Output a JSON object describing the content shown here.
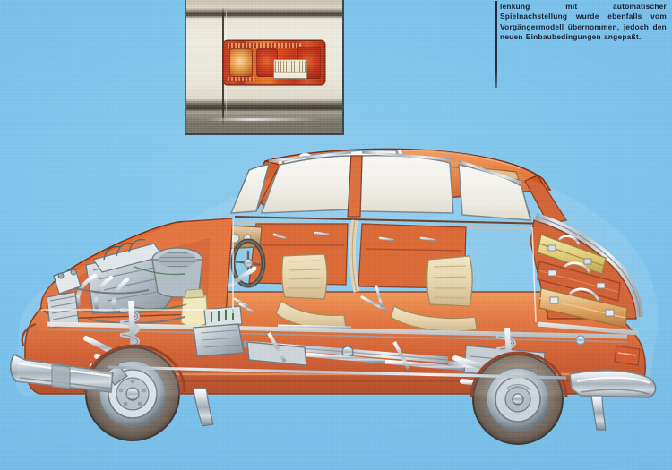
{
  "page": {
    "background_color": "#7cc3ec",
    "kind": "scanned-brochure-page",
    "language": "de"
  },
  "caption": {
    "text": "lenkung mit automatischer Spielnachstellung wurde ebenfalls vom Vorgängermodell übernommen, jedoch den neuen Einbaubedingungen angepaßt.",
    "color": "#141b2e",
    "rule_color": "#1b2436"
  },
  "inset_photo": {
    "name": "rear-tail-light-photo",
    "subject": "rear tail light cluster on cream car body",
    "border_color": "#3d444d",
    "body_color": "#ece8da",
    "lamp_colors": [
      "#c0361c",
      "#e8761f",
      "#d4441f"
    ],
    "plate_panel_color": "#efe7cf"
  },
  "illustration": {
    "name": "car-cutaway-illustration",
    "subject": "four-door sedan technical cutaway, side view facing left",
    "colors": {
      "body": "#d95c23",
      "body_dark": "#b23c14",
      "body_light": "#ef8a44",
      "chrome": "#cfd7dd",
      "chrome_dark": "#8c99a3",
      "glass": "#f4f2ec",
      "upholstery": "#e8d4a8",
      "tire": "#8d7f74",
      "outline": "#7a2a10"
    },
    "parts": [
      {
        "name": "front-bumper",
        "kind": "chrome"
      },
      {
        "name": "engine-bay",
        "kind": "mechanical"
      },
      {
        "name": "air-filter-housing",
        "kind": "mechanical"
      },
      {
        "name": "brake-fluid-reservoir",
        "kind": "mechanical"
      },
      {
        "name": "front-coil-spring-suspension",
        "kind": "mechanical"
      },
      {
        "name": "front-disc-brake",
        "kind": "mechanical"
      },
      {
        "name": "front-wheel",
        "kind": "wheel"
      },
      {
        "name": "steering-wheel",
        "kind": "interior"
      },
      {
        "name": "dashboard",
        "kind": "interior"
      },
      {
        "name": "front-seat",
        "kind": "interior"
      },
      {
        "name": "rear-seat",
        "kind": "interior"
      },
      {
        "name": "sunroof",
        "kind": "body"
      },
      {
        "name": "side-windows",
        "kind": "glass"
      },
      {
        "name": "front-door",
        "kind": "body"
      },
      {
        "name": "rear-door",
        "kind": "body"
      },
      {
        "name": "propeller-shaft",
        "kind": "mechanical"
      },
      {
        "name": "exhaust-silencer",
        "kind": "mechanical"
      },
      {
        "name": "fuel-tank",
        "kind": "mechanical"
      },
      {
        "name": "rear-coil-spring-suspension",
        "kind": "mechanical"
      },
      {
        "name": "rear-drum-brake",
        "kind": "mechanical"
      },
      {
        "name": "rear-wheel",
        "kind": "wheel"
      },
      {
        "name": "luggage-compartment",
        "kind": "body"
      },
      {
        "name": "suitcase-upper",
        "kind": "luggage"
      },
      {
        "name": "suitcase-middle",
        "kind": "luggage"
      },
      {
        "name": "suitcase-lower",
        "kind": "luggage"
      },
      {
        "name": "rear-bumper",
        "kind": "chrome"
      },
      {
        "name": "exhaust-tailpipe",
        "kind": "chrome"
      }
    ]
  }
}
